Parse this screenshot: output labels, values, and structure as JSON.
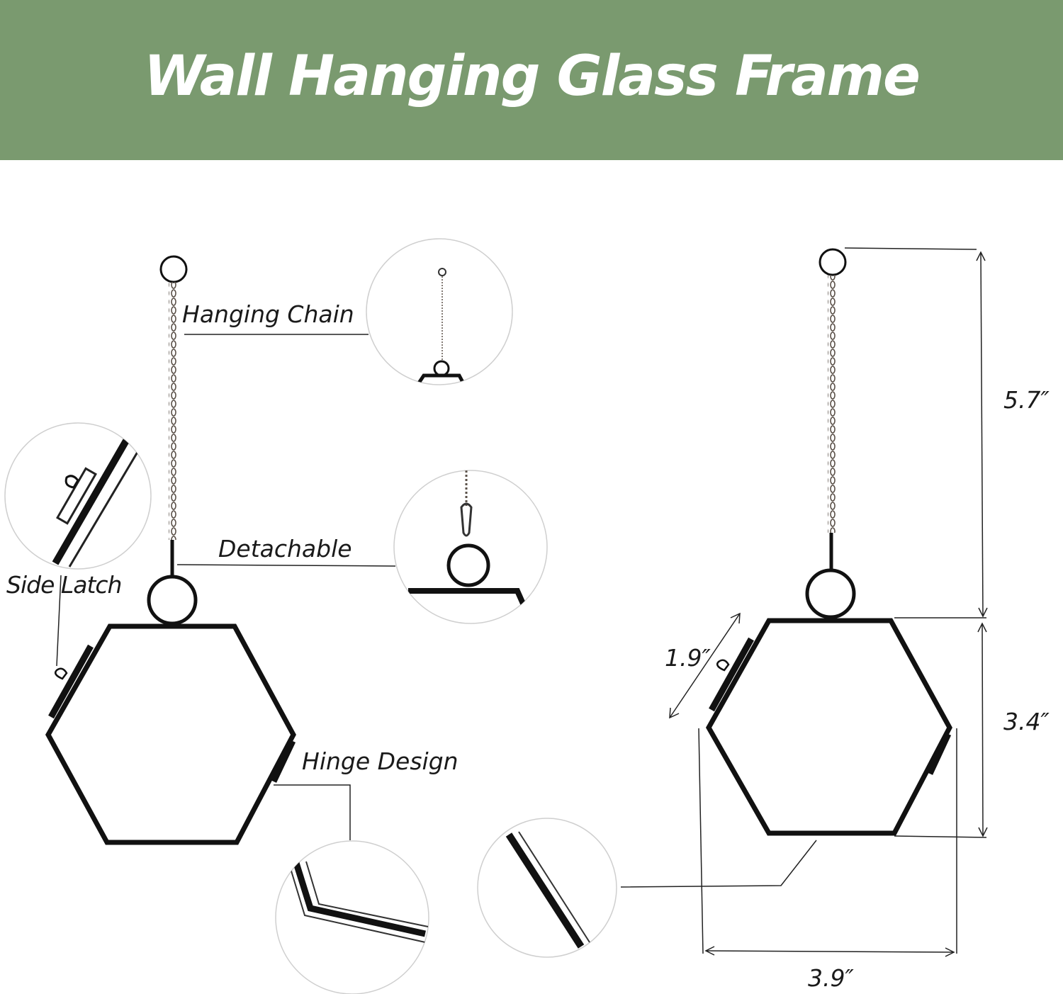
{
  "banner": {
    "title": "Wall Hanging Glass Frame",
    "background_color": "#7a9a6f"
  },
  "callouts": {
    "hanging_chain": "Hanging Chain",
    "detachable": "Detachable",
    "side_latch": "Side Latch",
    "hinge_design": "Hinge Design"
  },
  "dimensions": {
    "chain_length": "5.7″",
    "frame_height": "3.4″",
    "frame_depth": "1.9″",
    "frame_width": "3.9″"
  },
  "colors": {
    "frame": "#111111",
    "chain": "#5a5048",
    "text": "#1a1a1a"
  }
}
